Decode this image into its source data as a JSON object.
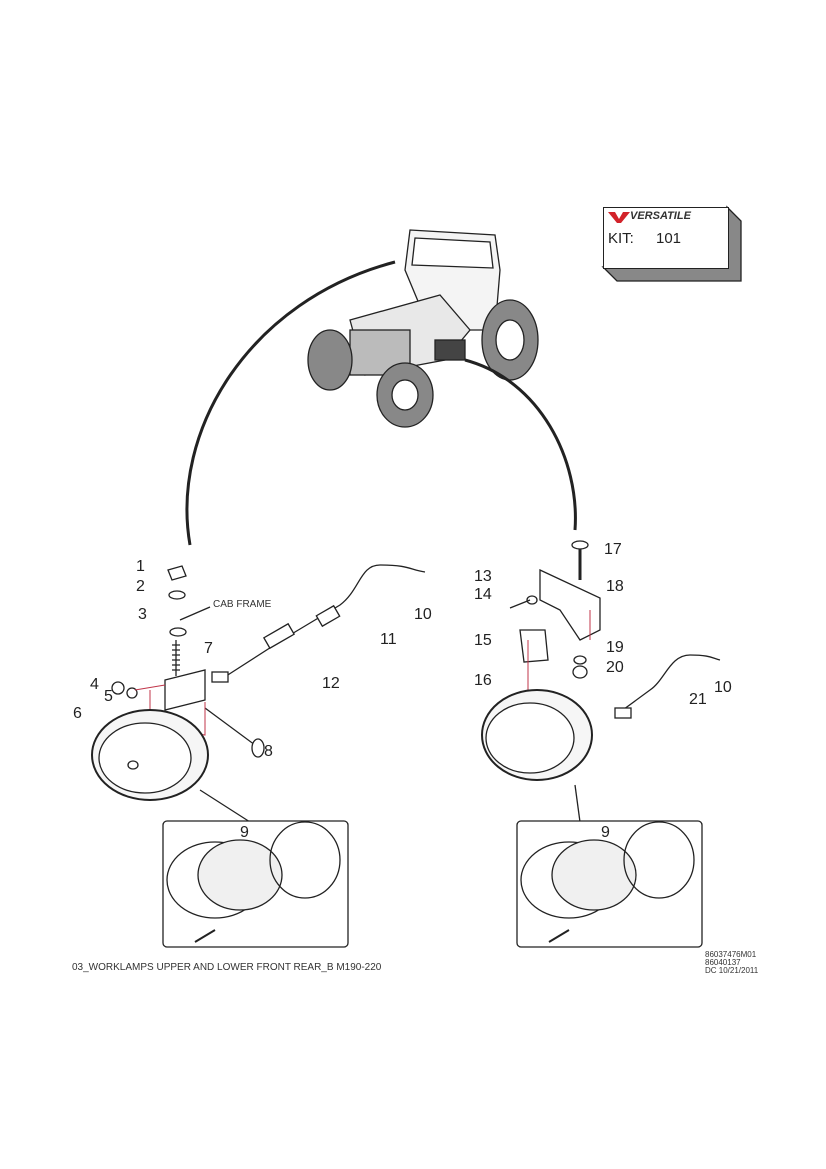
{
  "kit_box": {
    "brand": "VERSATILE",
    "kit_label": "KIT:",
    "kit_number": "101",
    "brand_color": "#d2232a"
  },
  "callouts": {
    "c1": "1",
    "c2": "2",
    "c3": "3",
    "c4": "4",
    "c5": "5",
    "c6": "6",
    "c7": "7",
    "c8": "8",
    "c9a": "9",
    "c10a": "10",
    "c11": "11",
    "c12": "12",
    "c13": "13",
    "c14": "14",
    "c15": "15",
    "c16": "16",
    "c17": "17",
    "c18": "18",
    "c19": "19",
    "c20": "20",
    "c10b": "10",
    "c21": "21",
    "c9b": "9"
  },
  "cab_frame_label": "CAB FRAME",
  "footer": {
    "title": "03_WORKLAMPS UPPER AND LOWER FRONT REAR_B M190-220",
    "ref1": "86037476M01",
    "ref2": "86040137",
    "ref3": "DC 10/21/2011"
  }
}
